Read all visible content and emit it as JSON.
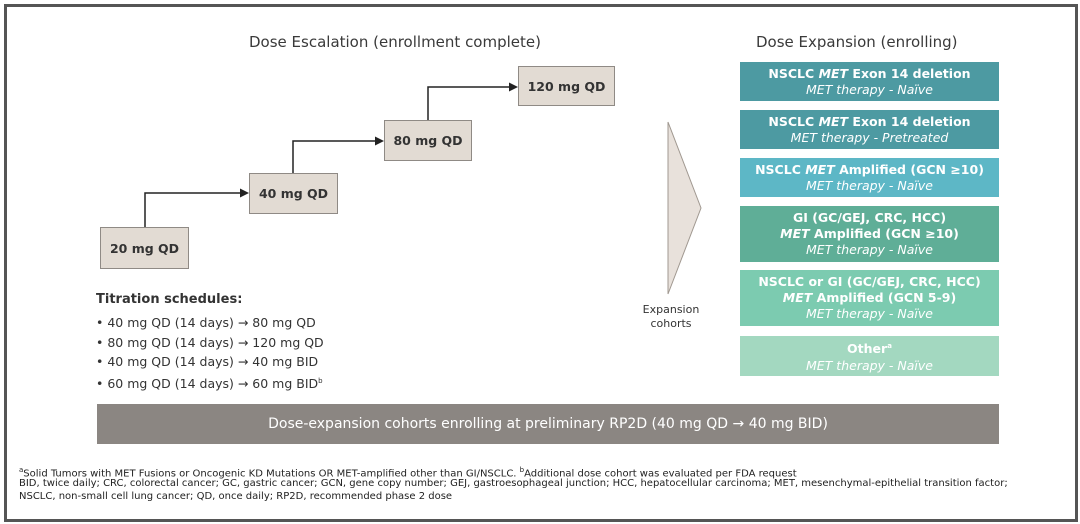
{
  "escalation": {
    "heading": "Dose Escalation (enrollment complete)",
    "doses": [
      "20 mg QD",
      "40 mg QD",
      "80 mg QD",
      "120 mg QD"
    ]
  },
  "expansion": {
    "heading": "Dose Expansion (enrolling)",
    "label": "Expansion cohorts",
    "cohorts": [
      {
        "line1": "NSCLC MET Exon 14 deletion",
        "line2": "MET therapy - Naïve",
        "color": "#4d9aa2"
      },
      {
        "line1": "NSCLC MET Exon 14 deletion",
        "line2": "MET therapy - Pretreated",
        "color": "#4d9aa2"
      },
      {
        "line1": "NSCLC MET Amplified (GCN ≥10)",
        "line2": "MET therapy - Naïve",
        "color": "#5db7c6"
      },
      {
        "line1": "GI (GC/GEJ, CRC, HCC)",
        "line1b": "MET Amplified (GCN ≥10)",
        "line2": "MET therapy - Naïve",
        "color": "#5fae97"
      },
      {
        "line1": "NSCLC or GI (GC/GEJ, CRC, HCC)",
        "line1b": "MET Amplified (GCN 5-9)",
        "line2": "MET therapy - Naïve",
        "color": "#7ccbb0"
      },
      {
        "line1": "Other",
        "sup": "a",
        "line2": "MET therapy - Naïve",
        "color": "#a3d8c0"
      }
    ]
  },
  "titration": {
    "title": "Titration schedules:",
    "items": [
      "• 40 mg QD (14 days) → 80 mg QD",
      "• 80 mg QD (14 days) → 120 mg QD",
      "• 40 mg QD (14 days) → 40 mg BID",
      "• 60 mg QD (14 days) → 60 mg BID"
    ],
    "last_sup": "b"
  },
  "banner": "Dose-expansion cohorts enrolling at preliminary RP2D (40 mg QD → 40 mg BID)",
  "footnotes": {
    "a_mark": "a",
    "a_text": "Solid Tumors with MET Fusions or Oncogenic KD Mutations OR MET-amplified other than GI/NSCLC. ",
    "b_mark": "b",
    "b_text": "Additional dose cohort was evaluated per FDA request",
    "abbrev1": "BID, twice daily; CRC, colorectal cancer; GC, gastric cancer; GCN, gene copy number; GEJ, gastroesophageal junction; HCC, hepatocellular carcinoma; MET, mesenchymal-epithelial transition factor;",
    "abbrev2": "NSCLC, non-small cell lung cancer; QD, once daily; RP2D, recommended phase 2 dose"
  }
}
